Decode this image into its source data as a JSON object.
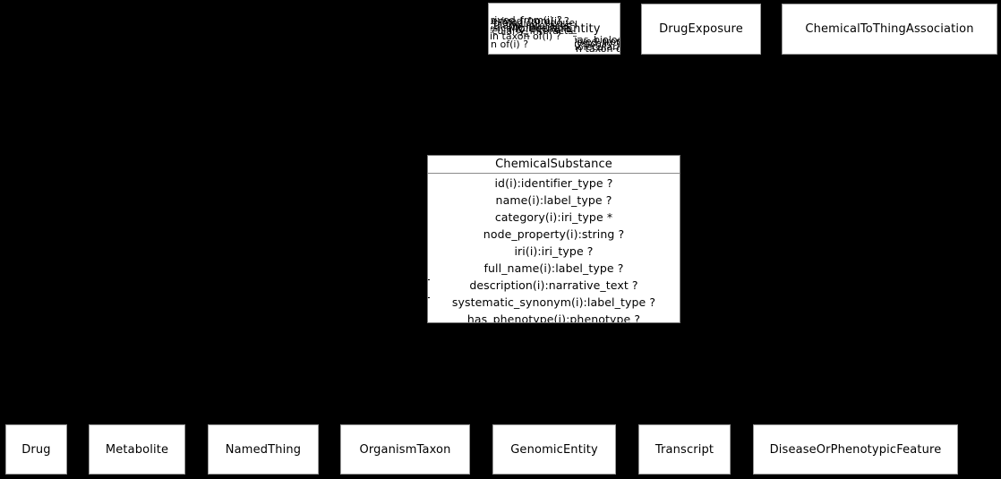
{
  "diagram": {
    "background_color": "#000000",
    "box_fill_color": "#ffffff",
    "box_border_color": "#9a9a9a",
    "text_color": "#000000"
  },
  "top_row": {
    "garbled_box": {
      "title": "MolecularEntity",
      "overlap_fragments": [
        "derived_from(i) ?",
        "has_biological_sequence(i) ?",
        "molecularly_interacts_with(i) ?",
        "in taxon of(i) ?",
        "physically_interacts_with(i) ?",
        "n of(i) ?"
      ]
    },
    "drug_exposure": {
      "label": "DrugExposure"
    },
    "chemical_to_thing_association": {
      "label": "ChemicalToThingAssociation"
    }
  },
  "main_class": {
    "title": "ChemicalSubstance",
    "attributes": [
      "id(i):identifier_type ?",
      "name(i):label_type ?",
      "category(i):iri_type *",
      "node_property(i):string ?",
      "iri(i):iri_type ?",
      "full_name(i):label_type ?",
      "description(i):narrative_text ?",
      "systematic_synonym(i):label_type ?",
      "has_phenotype(i):phenotype ?"
    ]
  },
  "bottom_row": [
    {
      "label": "Drug"
    },
    {
      "label": "Metabolite"
    },
    {
      "label": "NamedThing"
    },
    {
      "label": "OrganismTaxon"
    },
    {
      "label": "GenomicEntity"
    },
    {
      "label": "Transcript"
    },
    {
      "label": "DiseaseOrPhenotypicFeature"
    }
  ]
}
